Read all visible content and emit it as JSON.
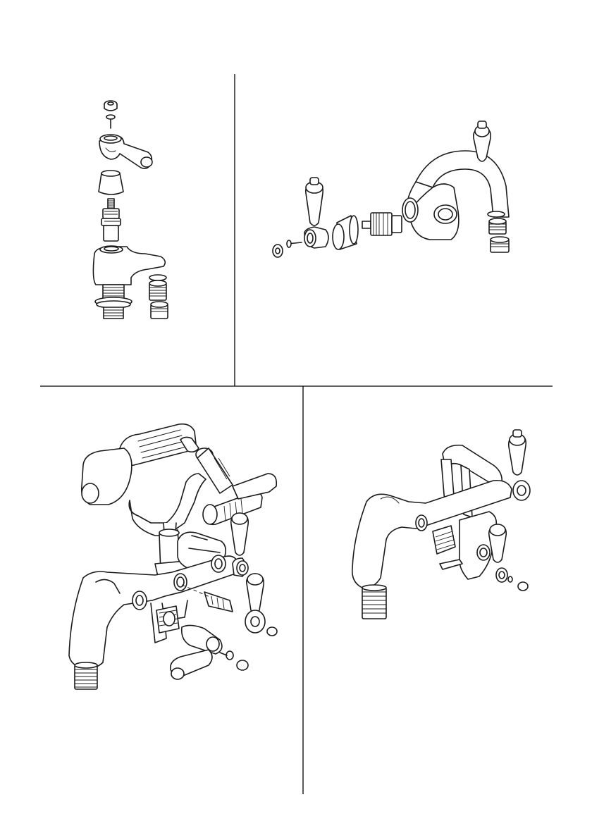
{
  "page": {
    "background": "#ffffff",
    "line_color": "#1a1a1a"
  },
  "panels": [
    {
      "id": "basin-mixer-single",
      "icon": "exploded-pillar-tap-icon"
    },
    {
      "id": "basin-mixer-mono",
      "icon": "exploded-mono-basin-mixer-icon"
    },
    {
      "id": "bath-shower-mixer",
      "icon": "exploded-bath-shower-mixer-icon"
    },
    {
      "id": "bath-filler",
      "icon": "exploded-bath-filler-icon"
    }
  ]
}
